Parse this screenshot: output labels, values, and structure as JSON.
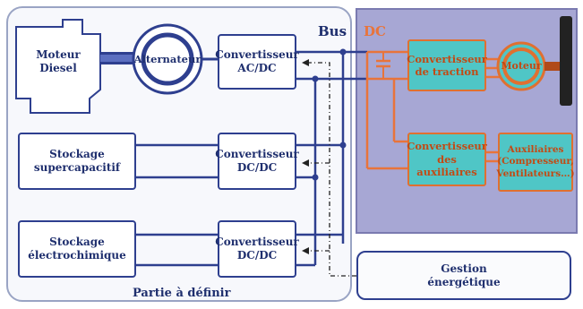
{
  "bus_label": "Bus",
  "dc_label": "DC",
  "part_label": "Partie à définir",
  "colors": {
    "blue": "#2e3f8f",
    "orange": "#e8743b",
    "teal": "#4fc6c6",
    "purple_region": "#a7a7d4"
  },
  "boxes": {
    "moteur_diesel": "Moteur\nDiesel",
    "alternateur": "Alternateur",
    "conv_acdc": "Convertisseur\nAC/DC",
    "stockage_super": "Stockage\nsupercapacitif",
    "conv_dcdc_1": "Convertisseur\nDC/DC",
    "stockage_electro": "Stockage\nélectrochimique",
    "conv_dcdc_2": "Convertisseur\nDC/DC",
    "gestion": "Gestion\nénergétique",
    "conv_traction": "Convertisseur\nde traction",
    "moteur": "Moteur",
    "conv_aux": "Convertisseur\ndes auxiliaires",
    "auxiliaires": "Auxiliaires\n(Compresseur,\nVentilateurs…)"
  }
}
